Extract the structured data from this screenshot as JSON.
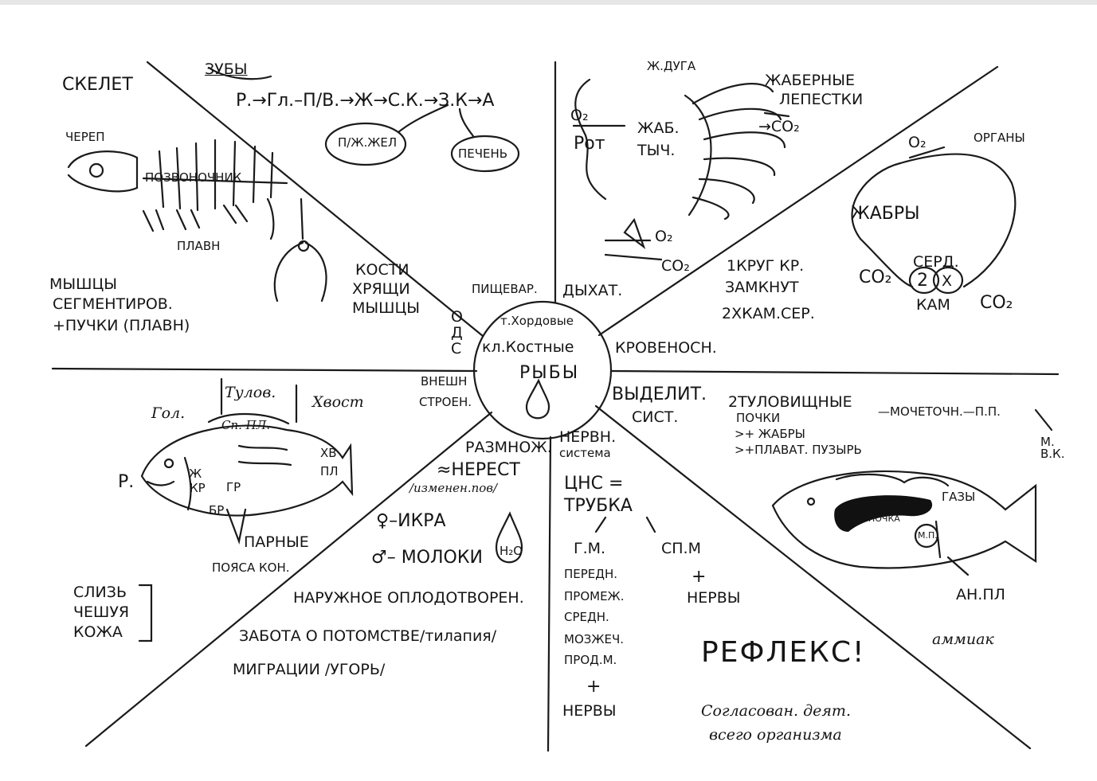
{
  "center": {
    "line1": "т.Хордовые",
    "line2": "кл.Костные",
    "line3": "РЫБЫ"
  },
  "systems": {
    "skeleton": "СКЕЛЕТ",
    "teeth": "ЗУБЫ",
    "digest_chain": "Р.→Гл.–П/В.→Ж→С.К.→З.К→А",
    "pancreas": "П/Ж.ЖЕЛ",
    "liver": "ПЕЧЕНЬ",
    "skull": "ЧЕРЕП",
    "spine": "ПОЗВОНОЧНИК",
    "fins_label": "ПЛАВН",
    "muscles1": "МЫШЦЫ",
    "muscles2": "СЕГМЕНТИРОВ.",
    "muscles3": "+ПУЧКИ (ПЛАВН)",
    "bones1": "КОСТИ",
    "bones2": "ХРЯЩИ",
    "bones3": "МЫШЦЫ",
    "ods": "О Д С",
    "digest": "ПИЩЕВАР.",
    "breath": "ДЫХАТ.",
    "krovenos": "КРОВЕНОСН.",
    "vnesh1": "ВНЕШН",
    "vnesh2": "СТРОЕН.",
    "razmnoj": "РАЗМНОЖ.",
    "nerest": "≈НЕРЕСТ",
    "izmenen": "/изменен.пов/",
    "nerv1": "НЕРВН.",
    "nerv2": "система",
    "vydel1": "ВЫДЕЛИТ.",
    "vydel2": "СИСТ."
  },
  "breathing": {
    "zhaduga": "Ж.ДУГА",
    "lepestki1": "ЖАБЕРНЫЕ",
    "lepestki2": "ЛЕПЕСТКИ",
    "co2a": "→CO₂",
    "o2": "O₂",
    "rot": "Рот",
    "zhab1": "ЖАБ.",
    "zhab2": "ТЫЧ.",
    "o2b": "O₂",
    "co2b": "CO₂"
  },
  "circulation": {
    "organy": "ОРГАНЫ",
    "o2": "O₂",
    "zhabry": "ЖАБРЫ",
    "serd": "СЕРД.",
    "two": "2",
    "x": "Х",
    "kam": "КАМ",
    "co2l": "CO₂",
    "co2r": "CO₂",
    "l1": "1КРУГ КР.",
    "l2": "ЗАМКНУТ",
    "l3": "2ХКАМ.СЕР."
  },
  "external": {
    "gol": "Гол.",
    "tulov": "Тулов.",
    "hvost": "Хвост",
    "r": "Р.",
    "sp": "Сп. ПЛ.",
    "zh": "Ж",
    "kr": "КР",
    "gr": "ГР",
    "br": "БР",
    "ha": "ХВ",
    "pl": "ПЛ",
    "parnye": "ПАРНЫЕ",
    "poyas": "ПОЯСА КОН.",
    "sliz": "СЛИЗЬ",
    "cheshuya": "ЧЕШУЯ",
    "kozha": "КОЖА"
  },
  "reproduction": {
    "ikra": "♀–ИКРА",
    "moloki": "♂– МОЛОКИ",
    "h2o": "H₂O",
    "fert": "НАРУЖНОЕ ОПЛОДОТВОРЕН.",
    "care": "ЗАБОТА О ПОТОМСТВЕ/тилапия/",
    "migr": "МИГРАЦИИ /УГОРЬ/"
  },
  "nervous": {
    "cns": "ЦНС =",
    "trubka": "ТРУБКА",
    "gm": "Г.М.",
    "spm": "СП.М",
    "b1": "ПЕРЕДН.",
    "b2": "ПРОМЕЖ.",
    "b3": "СРЕДН.",
    "b4": "МОЗЖЕЧ.",
    "b5": "ПРОД.М.",
    "plus1": "+",
    "nervy1": "НЕРВЫ",
    "plus2": "+",
    "nervy2": "НЕРВЫ",
    "reflex": "РЕФЛЕКС!",
    "sogl1": "Согласован. деят.",
    "sogl2": "всего организма"
  },
  "excretory": {
    "l1": "2ТУЛОВИЩНЫЕ",
    "l2": "ПОЧКИ",
    "l3": ">+ ЖАБРЫ",
    "l4": ">+ПЛАВАТ. ПУЗЫРЬ",
    "moch": "—МОЧЕТОЧН.—П.П.",
    "mvk": "М. В.К.",
    "gazy": "ГАЗЫ",
    "pochka": "ПОЧКА",
    "mp": "М.П.",
    "anal": "АН.ПЛ",
    "aminak": "аммиак"
  }
}
